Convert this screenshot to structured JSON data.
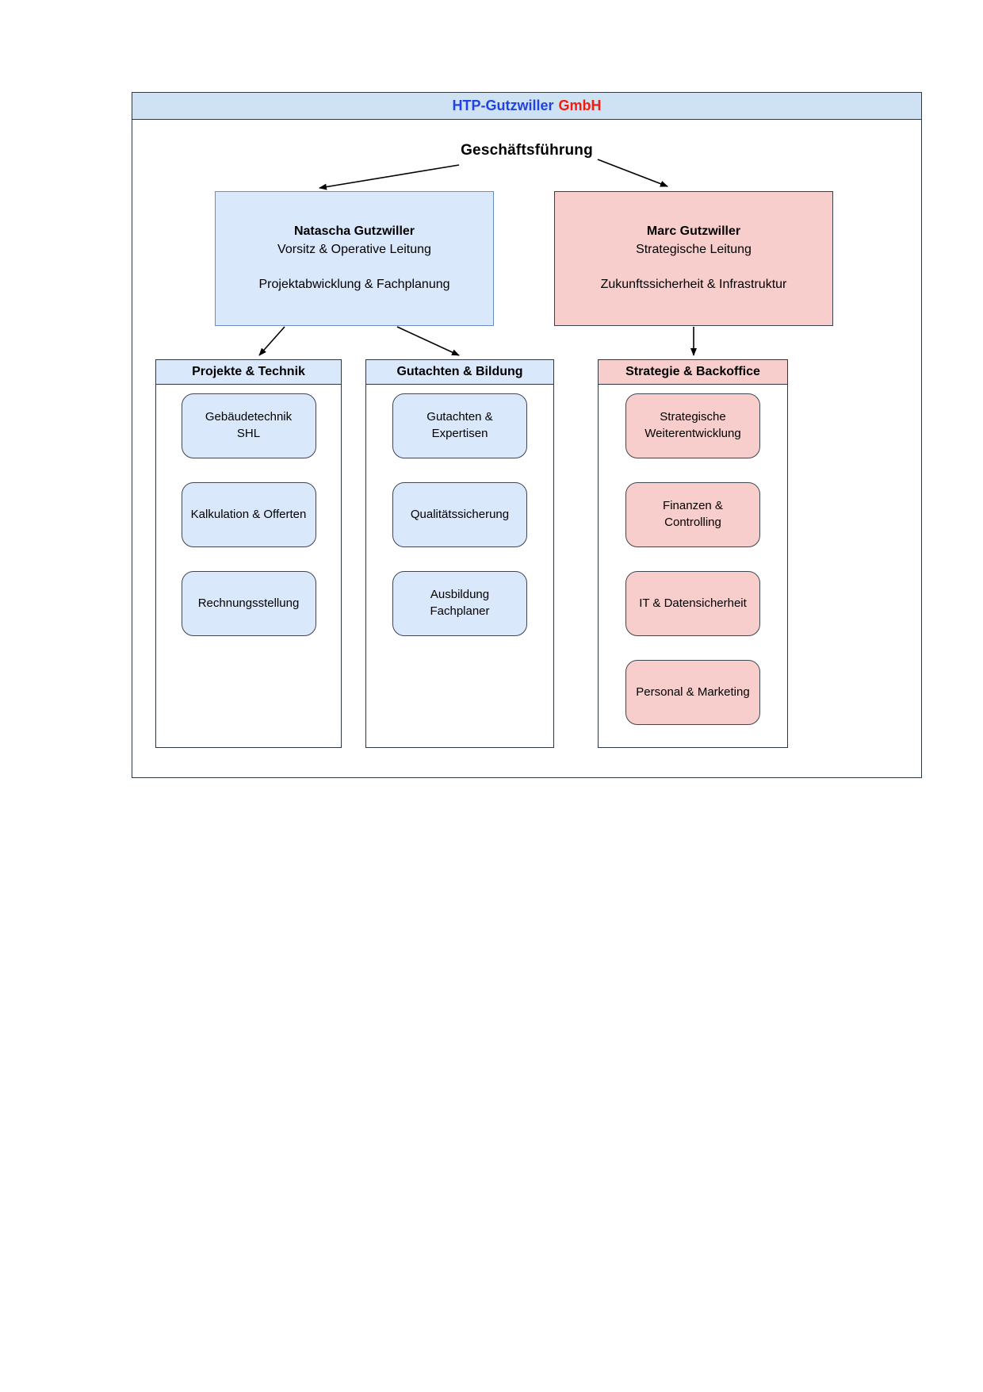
{
  "title": {
    "company": "HTP-Gutzwiller",
    "suffix": "GmbH"
  },
  "heading": "Geschäftsführung",
  "managers": [
    {
      "name": "Natascha Gutzwiller",
      "role": "Vorsitz & Operative Leitung",
      "focus": "Projektabwicklung & Fachplanung"
    },
    {
      "name": "Marc Gutzwiller",
      "role": "Strategische Leitung",
      "focus": "Zukunftssicherheit & Infrastruktur"
    }
  ],
  "columns": [
    {
      "header": "Projekte & Technik",
      "theme": "blue",
      "items": [
        {
          "line1": "Gebäudetechnik",
          "line2": "SHL"
        },
        {
          "line1": "Kalkulation & Offerten",
          "line2": ""
        },
        {
          "line1": "Rechnungsstellung",
          "line2": ""
        }
      ]
    },
    {
      "header": "Gutachten & Bildung",
      "theme": "blue",
      "items": [
        {
          "line1": "Gutachten &",
          "line2": "Expertisen"
        },
        {
          "line1": "Qualitätssicherung",
          "line2": ""
        },
        {
          "line1": "Ausbildung",
          "line2": "Fachplaner"
        }
      ]
    },
    {
      "header": "Strategie & Backoffice",
      "theme": "red",
      "items": [
        {
          "line1": "Strategische",
          "line2": "Weiterentwicklung"
        },
        {
          "line1": "Finanzen &",
          "line2": "Controlling"
        },
        {
          "line1": "IT & Datensicherheit",
          "line2": ""
        },
        {
          "line1": "Personal & Marketing",
          "line2": ""
        }
      ]
    }
  ],
  "colors": {
    "title_company_text": "#2144e0",
    "title_suffix_text": "#f31b0e",
    "titlebar_fill": "#cfe2f3",
    "blue_fill": "#dae8fc",
    "blue_box_border": "#6c8ebf",
    "red_fill": "#f8cecc",
    "dark_border": "#2e3742",
    "arrow_color": "#000000"
  }
}
